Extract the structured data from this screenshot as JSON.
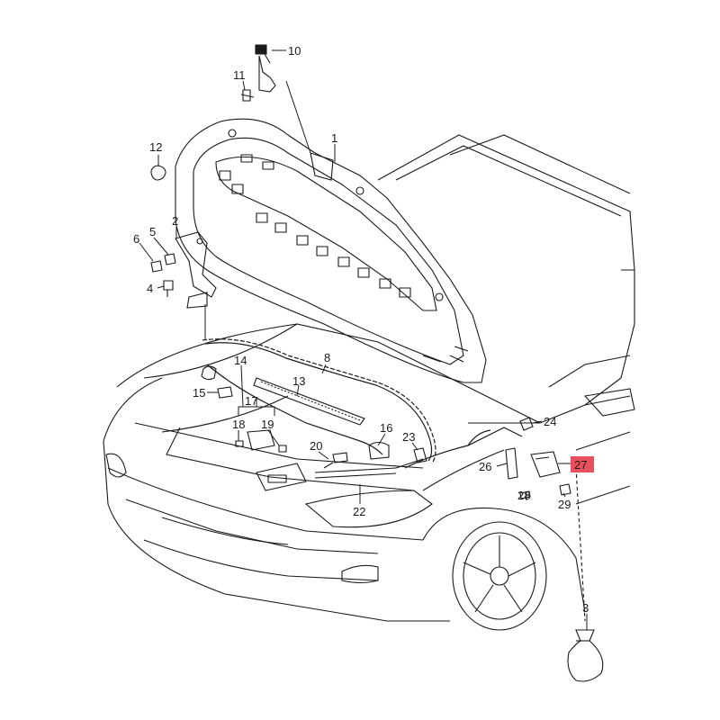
{
  "callouts": [
    {
      "id": "1",
      "text": "1"
    },
    {
      "id": "2",
      "text": "2"
    },
    {
      "id": "3",
      "text": "3"
    },
    {
      "id": "4",
      "text": "4"
    },
    {
      "id": "5",
      "text": "5"
    },
    {
      "id": "6",
      "text": "6"
    },
    {
      "id": "8",
      "text": "8"
    },
    {
      "id": "10",
      "text": "10"
    },
    {
      "id": "11",
      "text": "11"
    },
    {
      "id": "12",
      "text": "12"
    },
    {
      "id": "13",
      "text": "13"
    },
    {
      "id": "14",
      "text": "14"
    },
    {
      "id": "15",
      "text": "15"
    },
    {
      "id": "16",
      "text": "16"
    },
    {
      "id": "17",
      "text": "17"
    },
    {
      "id": "18",
      "text": "18"
    },
    {
      "id": "19",
      "text": "19"
    },
    {
      "id": "20",
      "text": "20"
    },
    {
      "id": "22",
      "text": "22"
    },
    {
      "id": "23",
      "text": "23"
    },
    {
      "id": "24",
      "text": "24"
    },
    {
      "id": "26",
      "text": "26"
    },
    {
      "id": "28",
      "text": "28"
    },
    {
      "id": "29",
      "text": "29"
    }
  ],
  "highlight": {
    "text": "27",
    "color": "#e8505b"
  },
  "colors": {
    "line": "#1a1a1a",
    "background": "#ffffff"
  }
}
